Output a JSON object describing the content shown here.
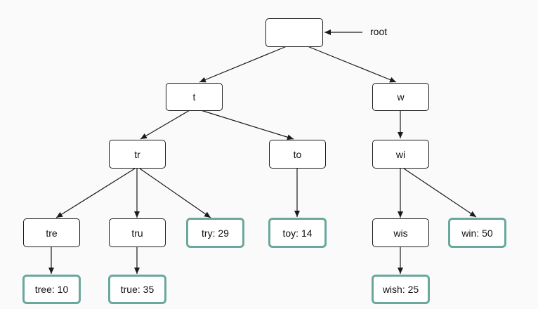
{
  "root_label": "root",
  "nodes": {
    "root": "",
    "t": "t",
    "w": "w",
    "tr": "tr",
    "to": "to",
    "wi": "wi",
    "tre": "tre",
    "tru": "tru",
    "try": "try: 29",
    "toy": "toy: 14",
    "wis": "wis",
    "win": "win: 50",
    "tree": "tree: 10",
    "true": "true: 35",
    "wish": "wish: 25"
  },
  "colors": {
    "terminal_border": "#6aa89c",
    "edge": "#1a1a1a"
  }
}
